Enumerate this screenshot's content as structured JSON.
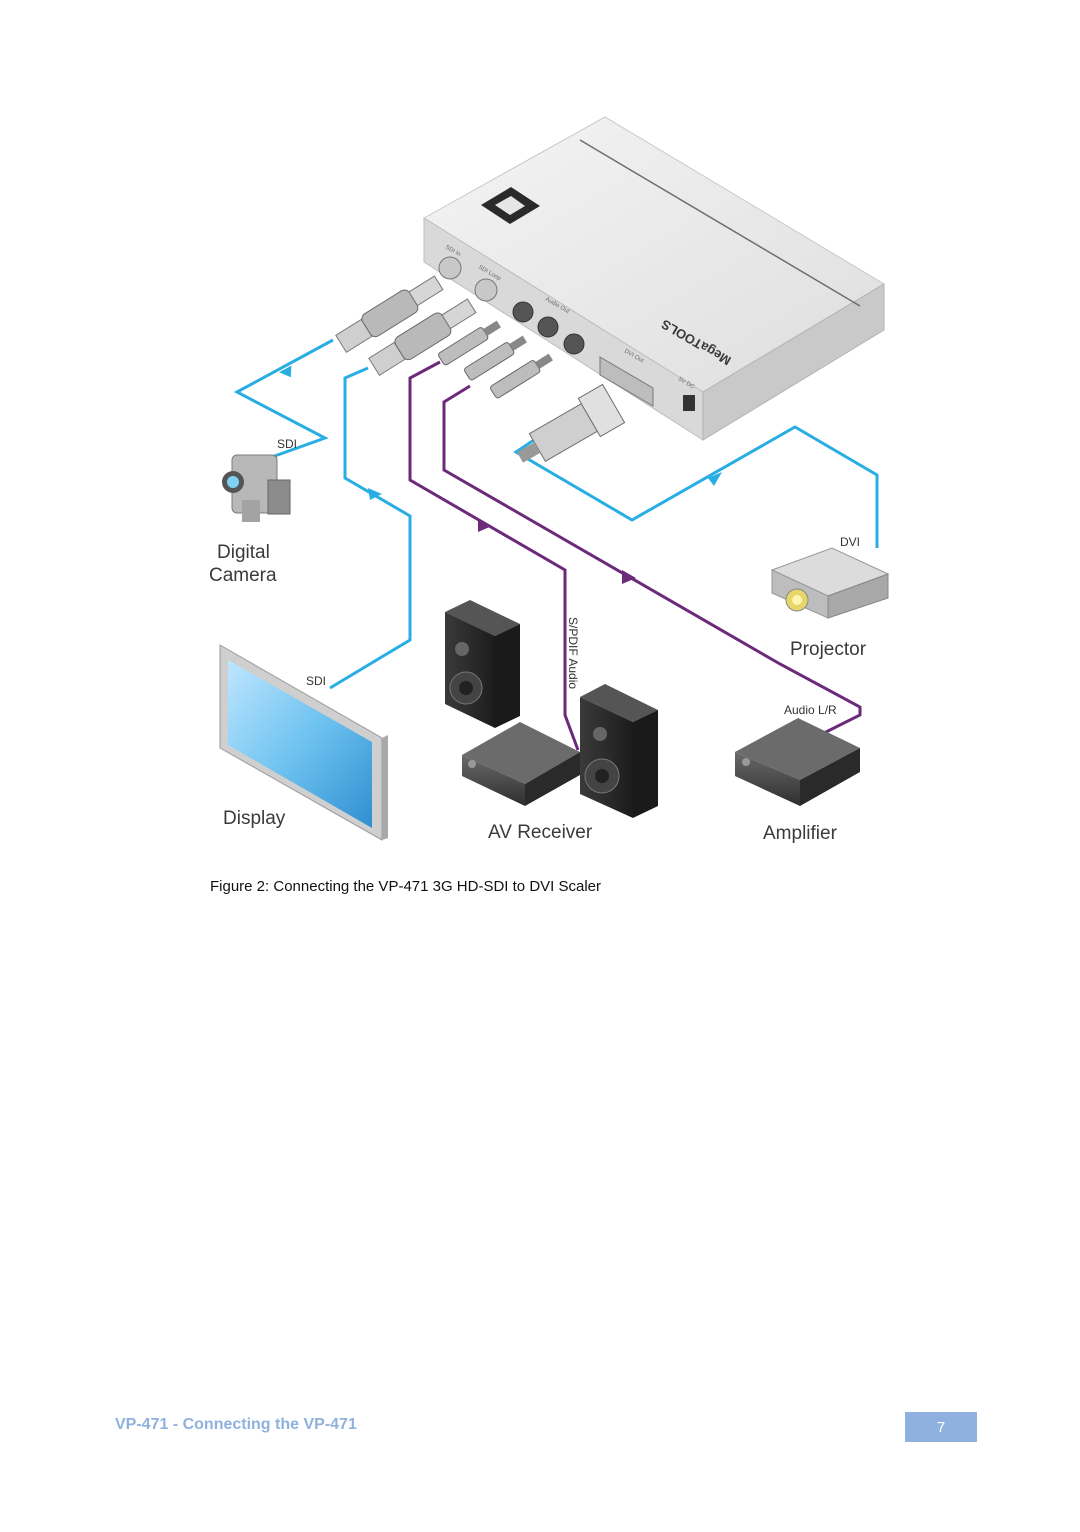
{
  "diagram": {
    "device_panel_text": {
      "sdi_in": "SDI In",
      "sdi_loop": "SDI Loop",
      "audio_out": "Audio Out",
      "dvi_out": "DVI Out",
      "power": "5V DC",
      "brand": "MegaTOOLS"
    },
    "cable_labels": {
      "sdi_camera": "SDI",
      "sdi_display": "SDI",
      "dvi": "DVI",
      "spdif": "S/PDIF Audio",
      "audio_lr": "Audio L/R"
    },
    "device_labels": {
      "camera_line1": "Digital",
      "camera_line2": "Camera",
      "display": "Display",
      "av_receiver": "AV Receiver",
      "projector": "Projector",
      "amplifier": "Amplifier"
    },
    "colors": {
      "sdi_cable": "#29aee3",
      "audio_cable": "#6b2a7a",
      "device_body": "#e9e9e9",
      "page_number_box": "#8fb1df"
    }
  },
  "caption": "Figure 2: Connecting the VP-471 3G HD-SDI to DVI Scaler",
  "footer": {
    "title": "VP-471 - Connecting the VP-471",
    "page_number": "7"
  }
}
